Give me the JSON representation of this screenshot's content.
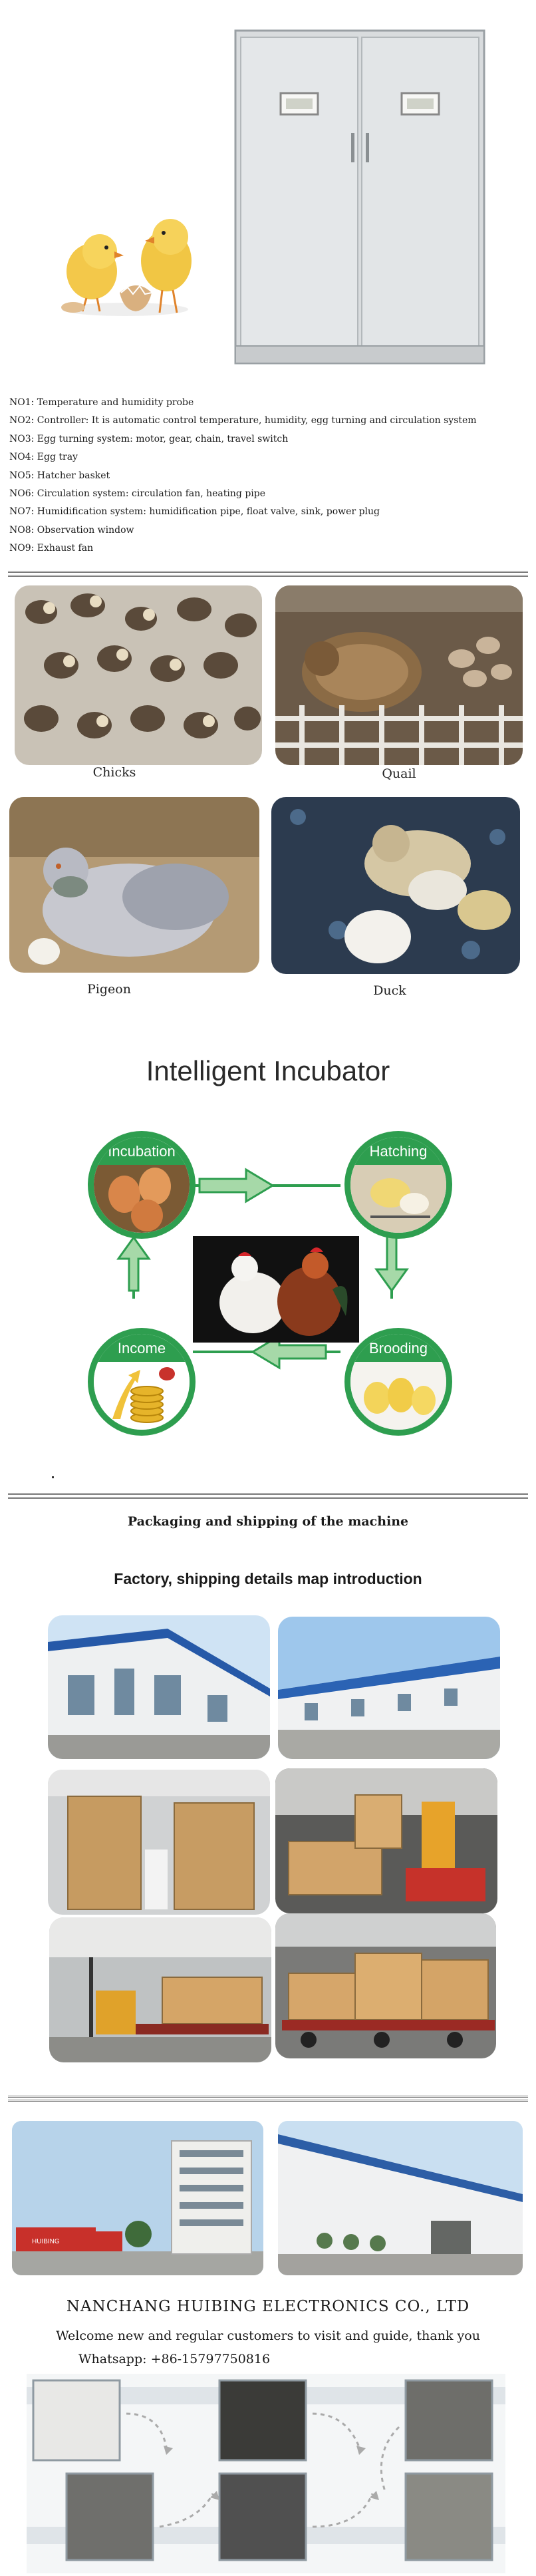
{
  "product": {
    "features": [
      "NO1: Temperature and humidity probe",
      "NO2: Controller: It is automatic control temperature, humidity, egg turning and circulation system",
      "NO3: Egg turning system: motor, gear, chain, travel switch",
      "NO4: Egg tray",
      "NO5: Hatcher basket",
      "NO6: Circulation system: circulation fan, heating pipe",
      "NO7: Humidification system: humidification pipe, float valve, sink, power plug",
      "NO8: Observation window",
      "NO9: Exhaust fan"
    ]
  },
  "birds": {
    "items": [
      {
        "label": "Chicks"
      },
      {
        "label": "Quail"
      },
      {
        "label": "Pigeon"
      },
      {
        "label": "Duck"
      }
    ]
  },
  "cycle": {
    "title": "Intelligent Incubator",
    "stages": [
      "Incubation",
      "Hatching",
      "Brooding",
      "Income"
    ],
    "accent_color": "#2e9e4f"
  },
  "shipping": {
    "section_title": "Packaging and shipping of the machine",
    "subtitle": "Factory, shipping details map introduction"
  },
  "company": {
    "name": "NANCHANG HUIBING ELECTRONICS CO., LTD",
    "welcome": "Welcome new and regular customers to visit and guide, thank you",
    "whatsapp": "Whatsapp: +86-15797750816",
    "truck_text": "HUIBING"
  }
}
